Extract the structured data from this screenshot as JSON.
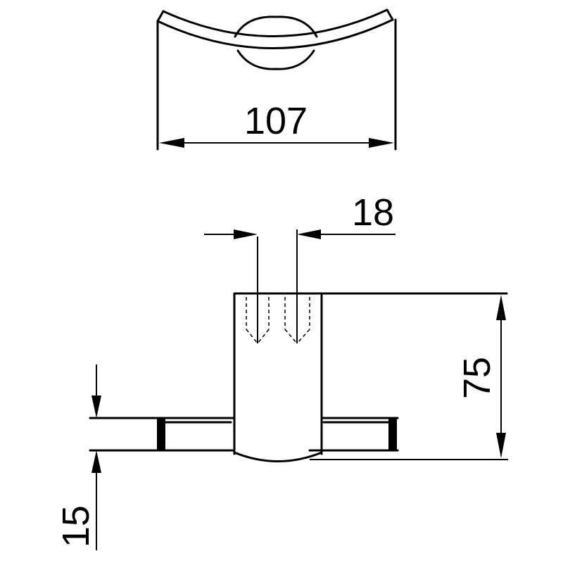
{
  "drawing": {
    "line_color": "#000000",
    "background": "#ffffff",
    "dimensions": {
      "width_top": "107",
      "hole_spacing": "18",
      "height": "75",
      "bar_thickness": "15"
    }
  }
}
